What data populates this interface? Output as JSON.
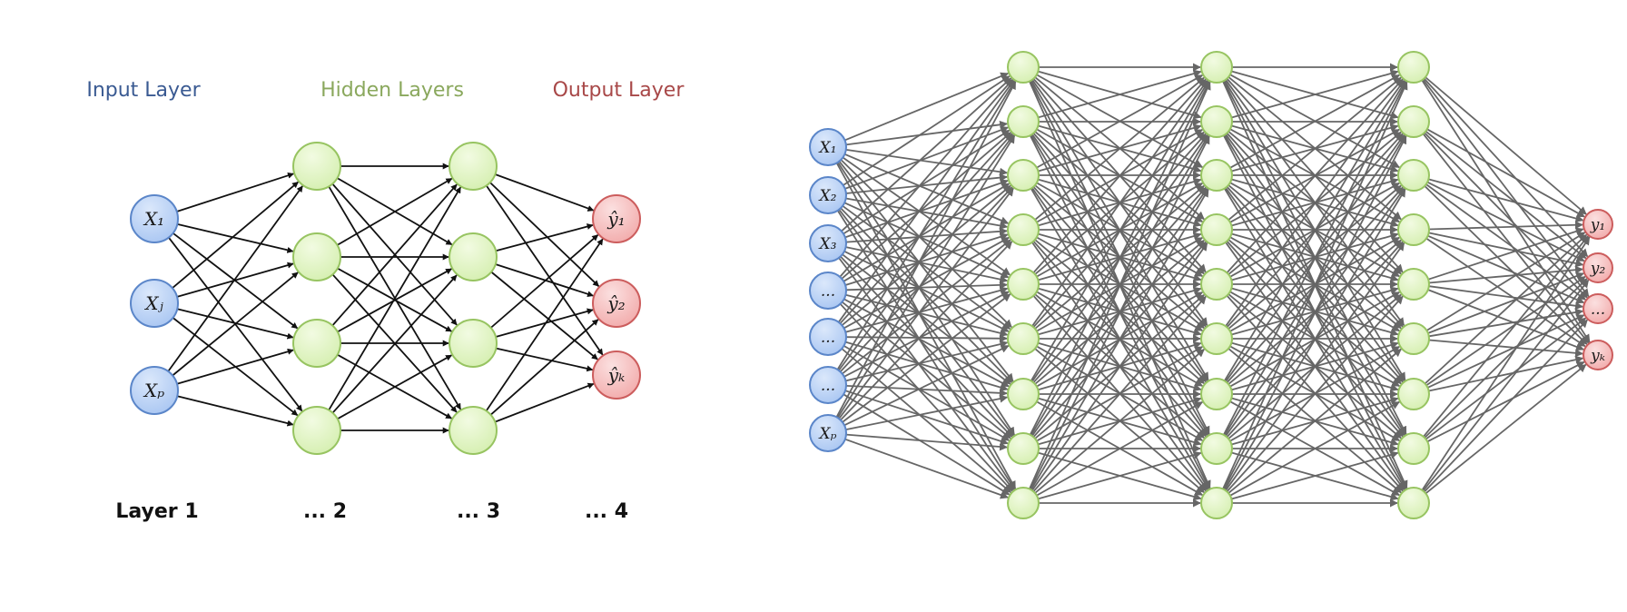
{
  "colors": {
    "input_fill_top": "#dbe8fb",
    "input_fill": "#a9c6f2",
    "input_stroke": "#5b86c9",
    "hidden_fill_top": "#f2fbe2",
    "hidden_fill": "#d5efb0",
    "hidden_stroke": "#97c461",
    "output_fill_top": "#fbe0e0",
    "output_fill": "#f2abab",
    "output_stroke": "#cc5d5d",
    "input_header": "#3a5a92",
    "hidden_header": "#8aa85d",
    "output_header": "#a84848",
    "edge_small": "#111111",
    "edge_large": "#666666"
  },
  "small_network": {
    "headers": {
      "input": "Input Layer",
      "hidden": "Hidden Layers",
      "output": "Output Layer"
    },
    "layer_labels": [
      "Layer 1",
      "... 2",
      "... 3",
      "... 4"
    ],
    "layers": [
      {
        "type": "input",
        "labels": [
          "X₁",
          "Xⱼ",
          "Xₚ"
        ]
      },
      {
        "type": "hidden",
        "labels": [
          "",
          "",
          "",
          ""
        ]
      },
      {
        "type": "hidden",
        "labels": [
          "",
          "",
          "",
          ""
        ]
      },
      {
        "type": "output",
        "labels": [
          "ŷ₁",
          "ŷ₂",
          "ŷₖ"
        ]
      }
    ]
  },
  "large_network": {
    "layers": [
      {
        "type": "input",
        "labels": [
          "X₁",
          "X₂",
          "X₃",
          "...",
          "...",
          "...",
          "Xₚ"
        ]
      },
      {
        "type": "hidden",
        "labels": [
          "",
          "",
          "",
          "",
          "",
          "",
          "",
          "",
          ""
        ]
      },
      {
        "type": "hidden",
        "labels": [
          "",
          "",
          "",
          "",
          "",
          "",
          "",
          "",
          ""
        ]
      },
      {
        "type": "hidden",
        "labels": [
          "",
          "",
          "",
          "",
          "",
          "",
          "",
          "",
          ""
        ]
      },
      {
        "type": "output",
        "labels": [
          "y₁",
          "y₂",
          "...",
          "yₖ"
        ]
      }
    ]
  }
}
